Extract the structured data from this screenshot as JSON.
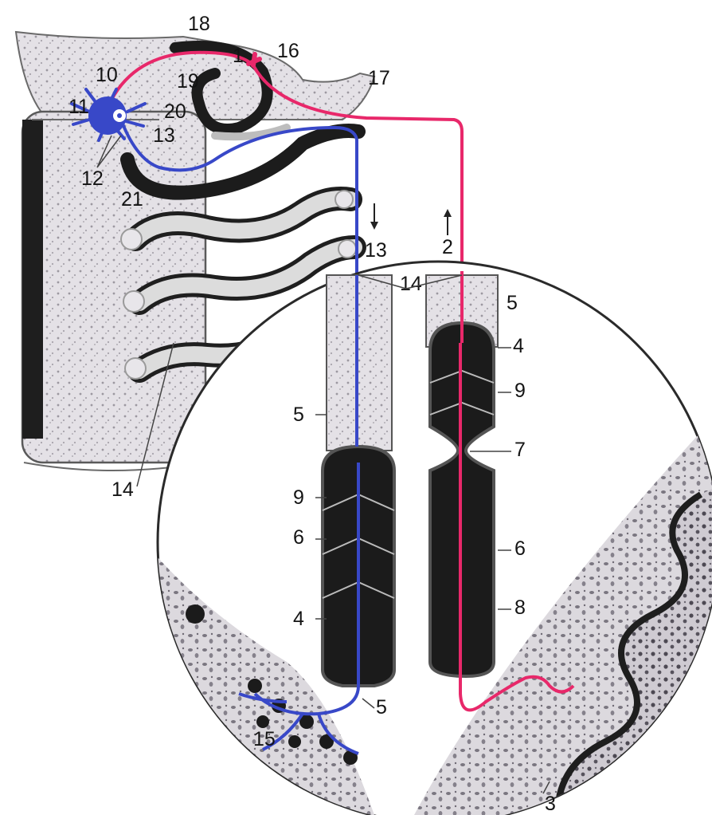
{
  "diagram": {
    "labels": {
      "l1": "1",
      "l2": "2",
      "l3": "3",
      "l4a": "4",
      "l4b": "4",
      "l5a": "5",
      "l5b": "5",
      "l5c": "5",
      "l6a": "6",
      "l6b": "6",
      "l7": "7",
      "l8": "8",
      "l9a": "9",
      "l9b": "9",
      "l10": "10",
      "l11": "11",
      "l12": "12",
      "l13a": "13",
      "l13b": "13",
      "l14a": "14",
      "l14b": "14",
      "l15": "15",
      "l16": "16",
      "l17": "17",
      "l18": "18",
      "l19": "19",
      "l20": "20",
      "l21": "21"
    },
    "colors": {
      "sensory_fiber": "#e8286a",
      "motor_fiber": "#3848c8",
      "intrafusal_fiber": "#1b1b1b",
      "outline": "#555555",
      "tissue": "#d9d6dc"
    },
    "icons": {
      "arrow_13": "arrow-down-icon",
      "arrow_2": "arrow-up-icon"
    }
  }
}
